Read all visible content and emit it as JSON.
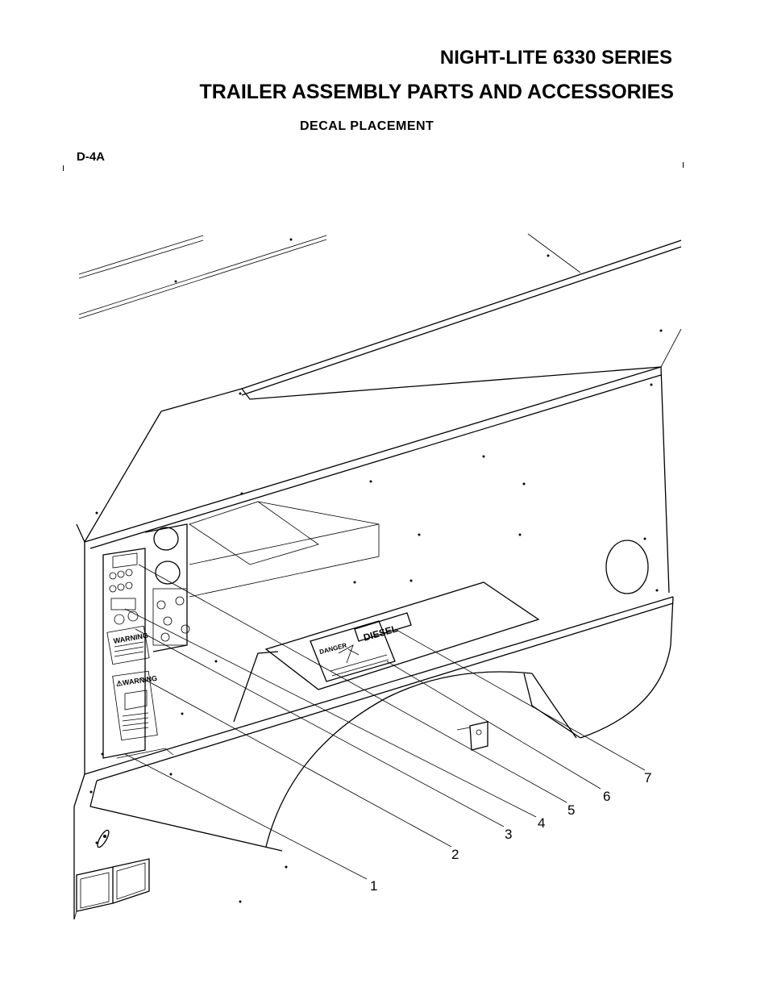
{
  "header": {
    "series_title": "NIGHT-LITE 6330 SERIES",
    "section_title": "TRAILER ASSEMBLY PARTS AND ACCESSORIES",
    "subtitle": "DECAL PLACEMENT",
    "figure_id": "D-4A"
  },
  "decals": {
    "warning_panel": "WARNING",
    "warning_label": "⚠WARNING",
    "danger_label": "DANGER",
    "diesel_label": "DIESEL"
  },
  "callouts": [
    "1",
    "2",
    "3",
    "4",
    "5",
    "6",
    "7"
  ]
}
